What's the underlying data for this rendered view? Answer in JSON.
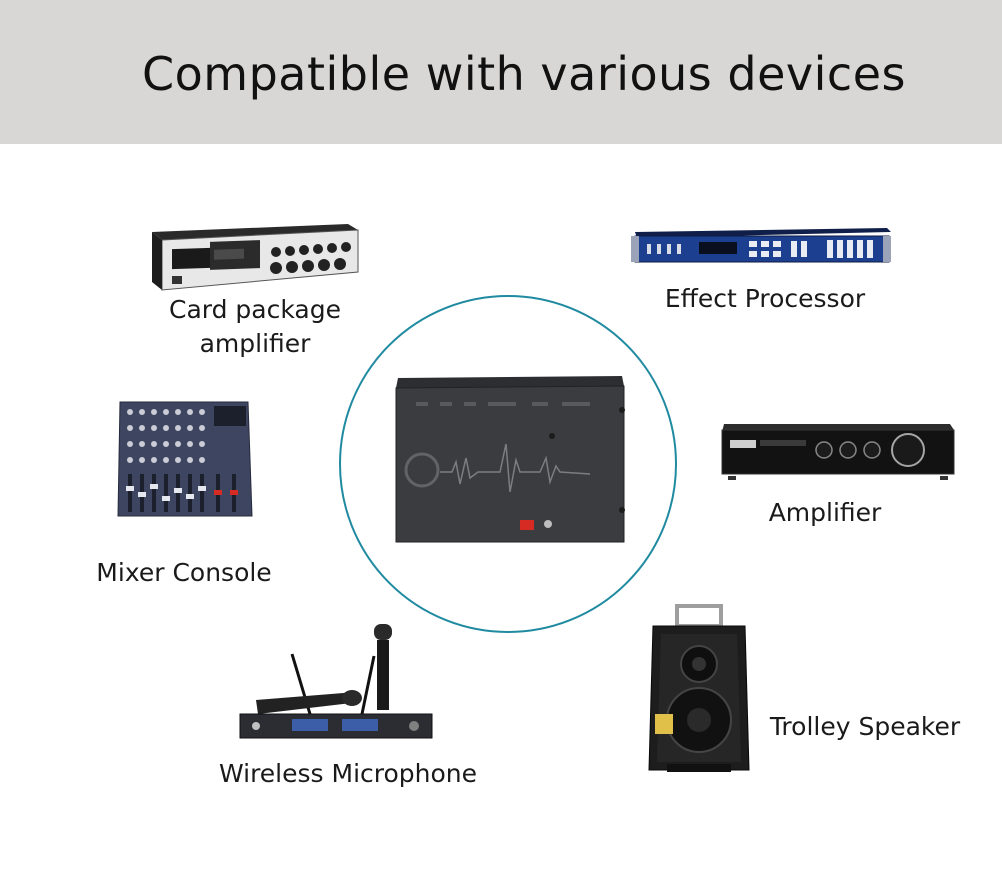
{
  "banner": {
    "title": "Compatible with various devices"
  },
  "devices": {
    "card_amp": {
      "label_line1": "Card package",
      "label_line2": "amplifier"
    },
    "effect_processor": {
      "label": "Effect Processor"
    },
    "mixer": {
      "label": "Mixer Console"
    },
    "amplifier": {
      "label": "Amplifier"
    },
    "wireless_mic": {
      "label": "Wireless Microphone"
    },
    "trolley_speaker": {
      "label": "Trolley Speaker"
    }
  },
  "colors": {
    "ring": "#1f8aa0",
    "banner_bg": "#d9d7d6",
    "device_dark": "#3b3c3f",
    "rack_blue": "#1d3f8f",
    "accent_red": "#d62b22"
  }
}
